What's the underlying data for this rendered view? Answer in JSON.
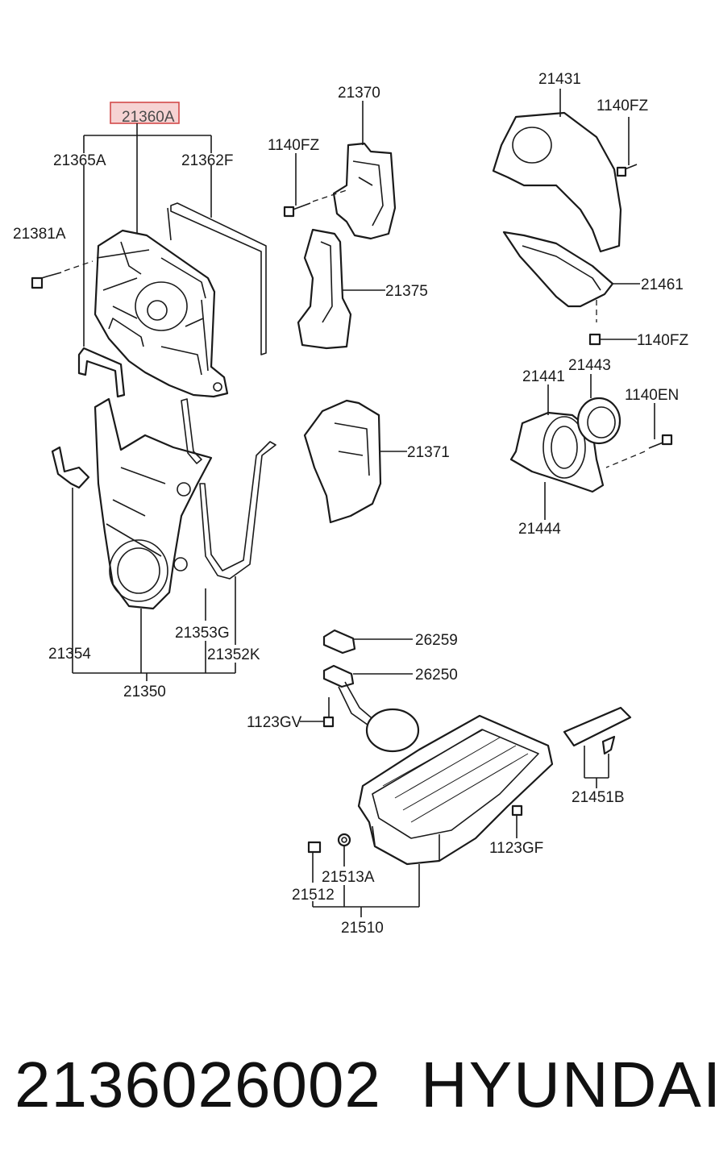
{
  "highlighted_part": "21360A",
  "labels": {
    "p21360A": "21360A",
    "p21365A": "21365A",
    "p21362F": "21362F",
    "p21381A": "21381A",
    "p21370": "21370",
    "p1140FZ_a": "1140FZ",
    "p21375": "21375",
    "p21371": "21371",
    "p21431": "21431",
    "p1140FZ_b": "1140FZ",
    "p21461": "21461",
    "p1140FZ_c": "1140FZ",
    "p21441": "21441",
    "p21443": "21443",
    "p1140EN": "1140EN",
    "p21444": "21444",
    "p21354": "21354",
    "p21353G": "21353G",
    "p21352K": "21352K",
    "p21350": "21350",
    "p26259": "26259",
    "p26250": "26250",
    "p1123GV": "1123GV",
    "p21451B": "21451B",
    "p1123GF": "1123GF",
    "p21513A": "21513A",
    "p21512": "21512",
    "p21510": "21510"
  },
  "footer": {
    "part_number": "2136026002",
    "brand": "HYUNDAI"
  },
  "colors": {
    "highlight_fill": "#f6d3d3",
    "highlight_border": "#d24a4a",
    "line": "#1a1a1a"
  }
}
